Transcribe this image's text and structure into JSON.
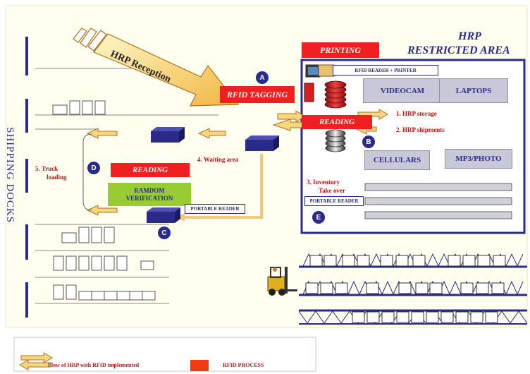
{
  "title": "HRP RESTRICTED AREA",
  "title_line1": "HRP",
  "title_line2": "RESTRICTED AREA",
  "side_label": "SHIPPING DOCKS",
  "reception_label": "HRP Reception",
  "printing": "PRINTING",
  "rfid_reader_printer": "RFID READER + PRINTER",
  "rfid_tagging": "RFID TAGGING",
  "videocam": "VIDEOCAM",
  "laptops": "LAPTOPS",
  "reading_main": "READING",
  "storage": "1.  HRP storage",
  "shipments": "2.  HRP shipments",
  "cellulars": "CELLULARS",
  "mp3photo": "MP3/PHOTO",
  "inventory_line1": "3.  Inventory",
  "inventory_line2": "Take over",
  "portable_reader_area": "PORTABLE READER",
  "waiting_area": "4.  Waiting area",
  "truck_line1": "5.  Truck",
  "truck_line2": "loading",
  "reading_dock": "READING",
  "verification_line1": "RAMDOM",
  "verification_line2": "VERIFICATION",
  "portable_reader_dock": "PORTABLE READER",
  "markers": {
    "a": "A",
    "b": "B",
    "c": "C",
    "d": "D",
    "e": "E"
  },
  "legend": {
    "flow": "Flow of HRP with RFID implemented",
    "process": "RFID PROCESS"
  },
  "colors": {
    "background": "#fffff0",
    "navy": "#2a2a8a",
    "red": "#f02020",
    "green": "#99cc33",
    "arrow_fill": "#f7d67e",
    "arrow_stroke": "#b07020"
  }
}
